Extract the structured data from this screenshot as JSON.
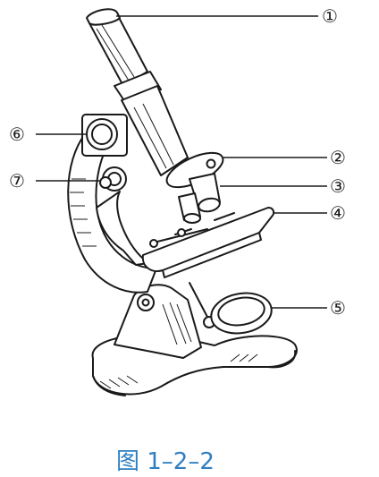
{
  "figure": {
    "labels": [
      {
        "id": "1",
        "text": "①"
      },
      {
        "id": "2",
        "text": "②"
      },
      {
        "id": "3",
        "text": "③"
      },
      {
        "id": "4",
        "text": "④"
      },
      {
        "id": "5",
        "text": "⑤"
      },
      {
        "id": "6",
        "text": "⑥"
      },
      {
        "id": "7",
        "text": "⑦"
      }
    ],
    "caption": "图 1–2–2",
    "colors": {
      "ink": "#1a1a1a",
      "caption": "#2f7fc1",
      "background": "#ffffff"
    }
  }
}
